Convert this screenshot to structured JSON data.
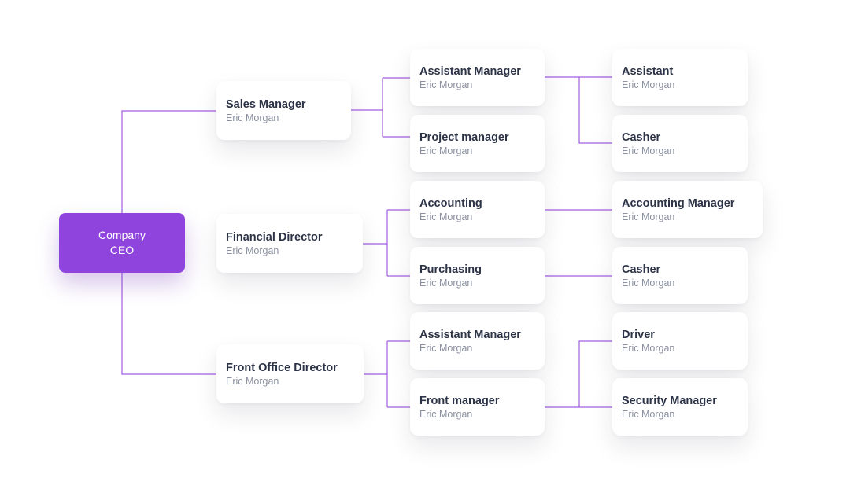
{
  "ceo": {
    "line1": "Company",
    "line2": "CEO"
  },
  "colors": {
    "accent": "#8f45dd",
    "connector": "#a25ee0",
    "title": "#2c3347",
    "subtitle": "#8a90a0"
  },
  "nodes": {
    "sales_manager": {
      "title": "Sales Manager",
      "name": "Eric Morgan"
    },
    "financial_director": {
      "title": "Financial Director",
      "name": "Eric Morgan"
    },
    "front_office_director": {
      "title": "Front Office Director",
      "name": "Eric Morgan"
    },
    "assistant_manager_1": {
      "title": "Assistant Manager",
      "name": "Eric Morgan"
    },
    "project_manager": {
      "title": "Project manager",
      "name": "Eric Morgan"
    },
    "accounting": {
      "title": "Accounting",
      "name": "Eric Morgan"
    },
    "purchasing": {
      "title": "Purchasing",
      "name": "Eric Morgan"
    },
    "assistant_manager_2": {
      "title": "Assistant Manager",
      "name": "Eric Morgan"
    },
    "front_manager": {
      "title": "Front manager",
      "name": "Eric Morgan"
    },
    "assistant": {
      "title": "Assistant",
      "name": "Eric Morgan"
    },
    "casher_1": {
      "title": "Casher",
      "name": "Eric Morgan"
    },
    "accounting_manager": {
      "title": "Accounting Manager",
      "name": "Eric Morgan"
    },
    "casher_2": {
      "title": "Casher",
      "name": "Eric Morgan"
    },
    "driver": {
      "title": "Driver",
      "name": "Eric Morgan"
    },
    "security_manager": {
      "title": "Security Manager",
      "name": "Eric Morgan"
    }
  }
}
